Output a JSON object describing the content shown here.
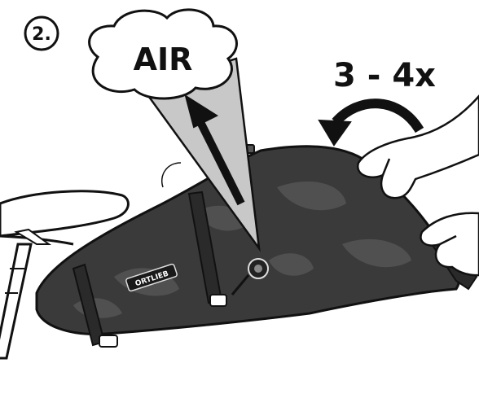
{
  "step": {
    "number": "2."
  },
  "cloud": {
    "text": "AIR"
  },
  "repeat": {
    "text": "3 - 4x"
  },
  "bag": {
    "brand_label": "ORTLIEB"
  },
  "colors": {
    "bag_body": "#3a3a3a",
    "bag_camo": "#555555",
    "air_cone": "#c8c8c8",
    "outline": "#111111",
    "background": "#ffffff"
  },
  "icons": {
    "air_arrow": "up-arrow-icon",
    "roll_arrow": "curved-arrow-icon"
  }
}
